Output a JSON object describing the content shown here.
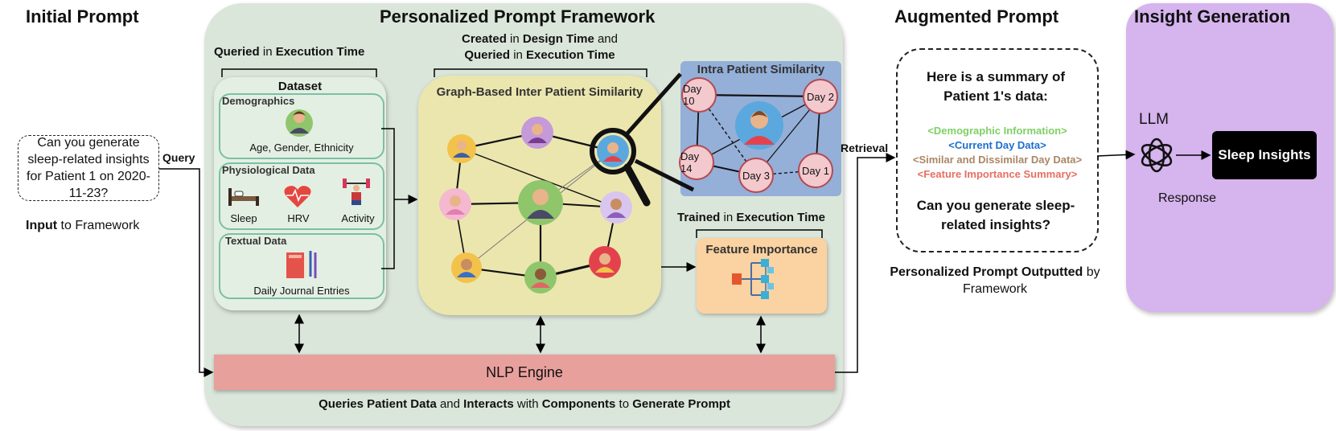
{
  "titles": {
    "initial": "Initial Prompt",
    "framework": "Personalized Prompt  Framework",
    "augmented": "Augmented Prompt",
    "insight": "Insight Generation"
  },
  "initial": {
    "question": "Can you generate sleep-related insights for Patient 1 on 2020-11-23?",
    "caption_bold": "Input",
    "caption_rest": " to Framework",
    "query_label": "Query"
  },
  "dataset": {
    "header_bold1": "Queried",
    "header_mid": " in ",
    "header_bold2": "Execution Time",
    "title": "Dataset",
    "demographics": {
      "title": "Demographics",
      "caption": "Age, Gender, Ethnicity"
    },
    "physiological": {
      "title": "Physiological Data",
      "items": [
        "Sleep",
        "HRV",
        "Activity"
      ]
    },
    "textual": {
      "title": "Textual Data",
      "caption": "Daily Journal Entries"
    }
  },
  "graph": {
    "header_line1_bold1": "Created",
    "header_line1_mid": " in ",
    "header_line1_bold2": "Design Time",
    "header_line1_end": "  and",
    "header_line2_bold1": "Queried",
    "header_line2_mid": " in ",
    "header_line2_bold2": "Execution Time",
    "title": "Graph-Based Inter Patient Similarity"
  },
  "intra": {
    "title": "Intra Patient Similarity",
    "days": [
      "Day 10",
      "Day 2",
      "Day 14",
      "Day 3",
      "Day 1"
    ]
  },
  "feature": {
    "header_bold1": "Trained",
    "header_mid": " in ",
    "header_bold2": "Execution Time",
    "title": "Feature Importance"
  },
  "nlp": {
    "label": "NLP Engine",
    "caption": [
      {
        "t": "Queries Patient Data",
        "b": true
      },
      {
        "t": " and ",
        "b": false
      },
      {
        "t": "Interacts",
        "b": true
      },
      {
        "t": " with ",
        "b": false
      },
      {
        "t": "Components",
        "b": true
      },
      {
        "t": " to ",
        "b": false
      },
      {
        "t": "Generate Prompt",
        "b": true
      }
    ]
  },
  "augmented": {
    "retrieval_label": "Retrieval",
    "summary": "Here is a summary of Patient 1's data:",
    "tags": [
      {
        "text": "<Demographic Information>",
        "color": "#7fcf66"
      },
      {
        "text": "<Current Day Data>",
        "color": "#1c6fd1"
      },
      {
        "text": "<Similar and Dissimilar Day Data>",
        "color": "#a98764"
      },
      {
        "text": "<Feature Importance Summary>",
        "color": "#e76f62"
      }
    ],
    "question": "Can you generate sleep-related insights?",
    "caption_bold": "Personalized Prompt Outputted",
    "caption_rest": " by Framework"
  },
  "insight": {
    "llm_label": "LLM",
    "response_label": "Response",
    "output": "Sleep Insights"
  },
  "colors": {
    "framework_bg": "#dbe6da",
    "insight_bg": "#d6b4ee",
    "graph_bg": "#ebe6ae",
    "intra_bg": "#94afd8",
    "feature_bg": "#fbd2a1",
    "nlp_bg": "#e8a09d"
  }
}
